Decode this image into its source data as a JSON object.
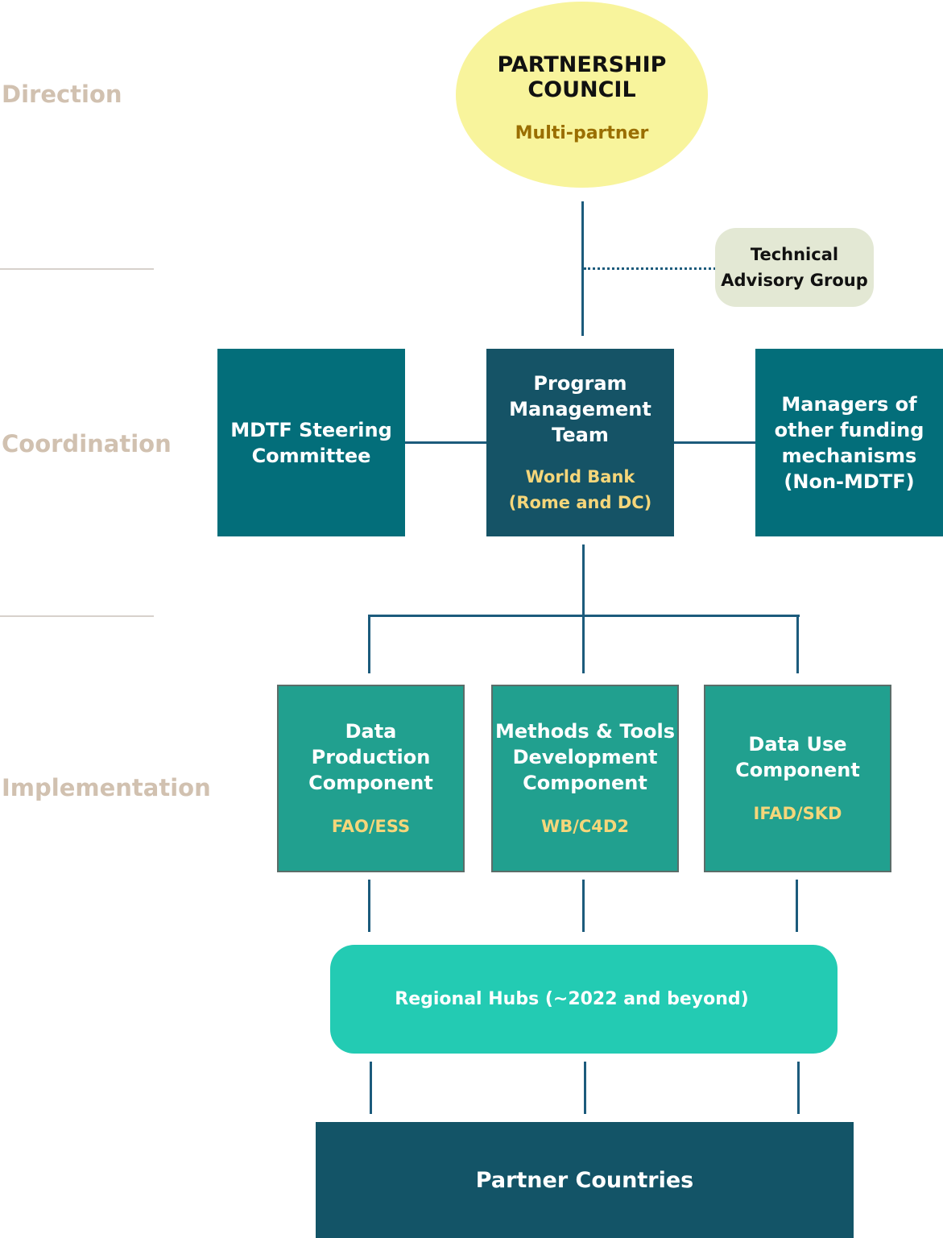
{
  "levels": {
    "direction": "Direction",
    "coordination": "Coordination",
    "implementation": "Implementation"
  },
  "partnership_council": {
    "title": "PARTNERSHIP\nCOUNCIL",
    "subtitle": "Multi-partner"
  },
  "technical_advisory_group": {
    "title": "Technical\nAdvisory Group"
  },
  "coordination": {
    "mdtf_steering": {
      "title": "MDTF Steering\nCommittee"
    },
    "program_management": {
      "title": "Program\nManagement\nTeam",
      "subtitle": "World Bank\n(Rome and DC)"
    },
    "other_funding": {
      "title": "Managers of\nother funding\nmechanisms\n(Non-MDTF)"
    }
  },
  "components": [
    {
      "title": "Data\nProduction\nComponent",
      "subtitle": "FAO/ESS"
    },
    {
      "title": "Methods & Tools\nDevelopment\nComponent",
      "subtitle": "WB/C4D2"
    },
    {
      "title": "Data Use\nComponent",
      "subtitle": "IFAD/SKD"
    }
  ],
  "regional_hubs": {
    "title": "Regional Hubs (~2022 and beyond)"
  },
  "partner_countries": {
    "title": "Partner Countries"
  },
  "colors": {
    "level_label": "#d1c1b0",
    "council_fill": "#f8f49c",
    "council_subtitle": "#9a6e00",
    "advisory_fill": "#e3e8d4",
    "coordination_fill": "#036e7a",
    "pmt_fill": "#155366",
    "component_fill": "#21a08f",
    "hubs_fill": "#23cbb3",
    "partner_fill": "#135467",
    "accent_text": "#f5d67a",
    "connector": "#1c5b7c"
  }
}
